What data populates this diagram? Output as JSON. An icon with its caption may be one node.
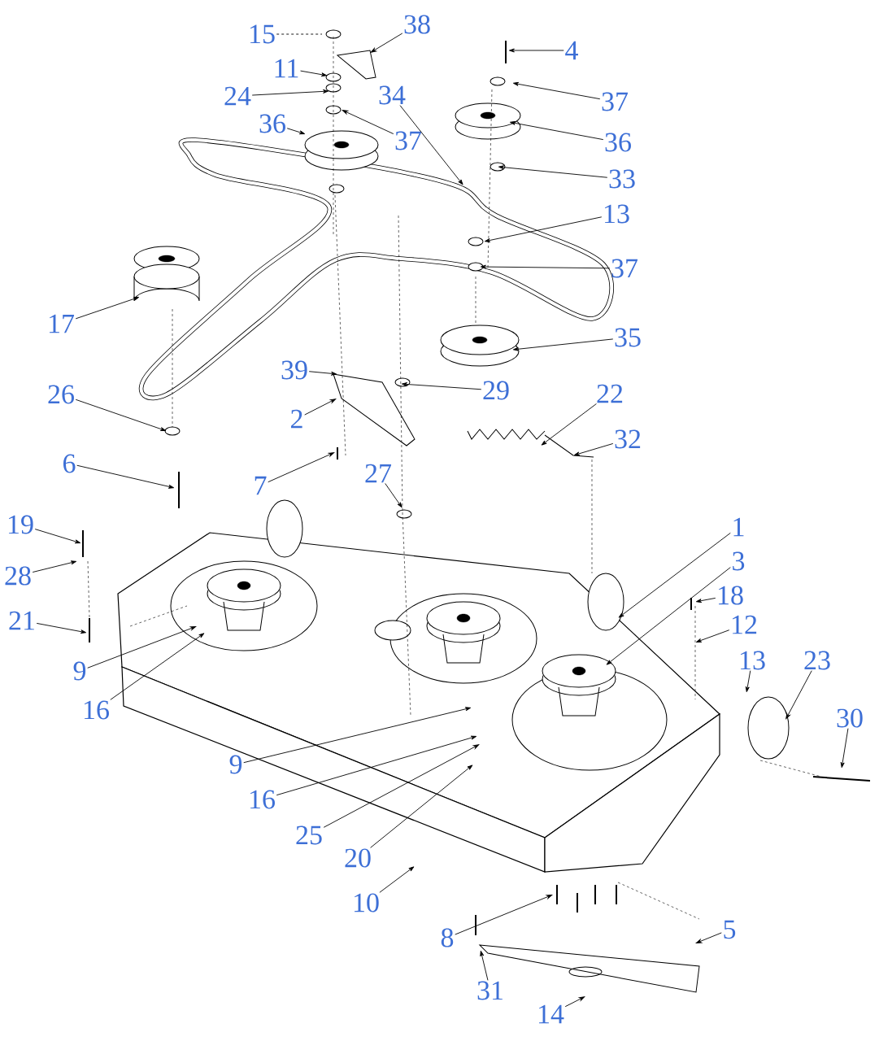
{
  "diagram": {
    "nodes": [
      {
        "text": [
          "15"
        ]
      },
      {
        "text": [
          "38"
        ]
      },
      {
        "text": [
          "11"
        ]
      },
      {
        "text": [
          "24"
        ]
      },
      {
        "text": [
          "34"
        ]
      },
      {
        "text": [
          "37"
        ]
      },
      {
        "text": [
          "36"
        ]
      },
      {
        "text": [
          "4"
        ]
      },
      {
        "text": [
          "37"
        ]
      },
      {
        "text": [
          "36"
        ]
      },
      {
        "text": [
          "33"
        ]
      },
      {
        "text": [
          "13"
        ]
      },
      {
        "text": [
          "37"
        ]
      },
      {
        "text": [
          "35"
        ]
      },
      {
        "text": [
          "17"
        ]
      },
      {
        "text": [
          "39"
        ]
      },
      {
        "text": [
          "29"
        ]
      },
      {
        "text": [
          "2"
        ]
      },
      {
        "text": [
          "22"
        ]
      },
      {
        "text": [
          "32"
        ]
      },
      {
        "text": [
          "26"
        ]
      },
      {
        "text": [
          "6"
        ]
      },
      {
        "text": [
          "7"
        ]
      },
      {
        "text": [
          "27"
        ]
      },
      {
        "text": [
          "1"
        ]
      },
      {
        "text": [
          "3"
        ]
      },
      {
        "text": [
          "19"
        ]
      },
      {
        "text": [
          "18"
        ]
      },
      {
        "text": [
          "28"
        ]
      },
      {
        "text": [
          "12"
        ]
      },
      {
        "text": [
          "21"
        ]
      },
      {
        "text": [
          "13"
        ]
      },
      {
        "text": [
          "23"
        ]
      },
      {
        "text": [
          "9"
        ]
      },
      {
        "text": [
          "16"
        ]
      },
      {
        "text": [
          "30"
        ]
      },
      {
        "text": [
          "9"
        ]
      },
      {
        "text": [
          "16"
        ]
      },
      {
        "text": [
          "25"
        ]
      },
      {
        "text": [
          "20"
        ]
      },
      {
        "text": [
          "10"
        ]
      },
      {
        "text": [
          "8"
        ]
      },
      {
        "text": [
          "5"
        ]
      },
      {
        "text": [
          "31"
        ]
      },
      {
        "text": [
          "14"
        ]
      }
    ],
    "edges": [
      {
        "from": 0,
        "to": null,
        "arrow": "none",
        "style": "dashed"
      },
      {
        "from": 1,
        "to": null,
        "arrow": "to"
      },
      {
        "from": 2,
        "to": null,
        "arrow": "to"
      },
      {
        "from": 3,
        "to": null,
        "arrow": "to"
      },
      {
        "from": 4,
        "to": null,
        "arrow": "to"
      },
      {
        "from": 5,
        "to": null,
        "arrow": "to"
      },
      {
        "from": 6,
        "to": null,
        "arrow": "to"
      },
      {
        "from": 7,
        "to": null,
        "arrow": "to"
      },
      {
        "from": 8,
        "to": null,
        "arrow": "to"
      },
      {
        "from": 9,
        "to": null,
        "arrow": "to"
      },
      {
        "from": 10,
        "to": null,
        "arrow": "to"
      },
      {
        "from": 11,
        "to": null,
        "arrow": "to"
      },
      {
        "from": 12,
        "to": null,
        "arrow": "to"
      },
      {
        "from": 13,
        "to": null,
        "arrow": "to"
      },
      {
        "from": 14,
        "to": null,
        "arrow": "to"
      },
      {
        "from": 15,
        "to": null,
        "arrow": "to"
      },
      {
        "from": 16,
        "to": null,
        "arrow": "to"
      },
      {
        "from": 17,
        "to": null,
        "arrow": "to"
      },
      {
        "from": 18,
        "to": null,
        "arrow": "to"
      },
      {
        "from": 19,
        "to": null,
        "arrow": "to"
      },
      {
        "from": 20,
        "to": null,
        "arrow": "to"
      },
      {
        "from": 21,
        "to": null,
        "arrow": "to"
      },
      {
        "from": 22,
        "to": null,
        "arrow": "to"
      },
      {
        "from": 23,
        "to": null,
        "arrow": "to"
      },
      {
        "from": 24,
        "to": null,
        "arrow": "to"
      },
      {
        "from": 25,
        "to": null,
        "arrow": "to"
      },
      {
        "from": 26,
        "to": null,
        "arrow": "to"
      },
      {
        "from": 27,
        "to": null,
        "arrow": "to"
      },
      {
        "from": 28,
        "to": null,
        "arrow": "to"
      },
      {
        "from": 29,
        "to": null,
        "arrow": "to"
      },
      {
        "from": 30,
        "to": null,
        "arrow": "to"
      },
      {
        "from": 31,
        "to": null,
        "arrow": "to"
      },
      {
        "from": 32,
        "to": null,
        "arrow": "to"
      },
      {
        "from": 33,
        "to": null,
        "arrow": "to"
      },
      {
        "from": 34,
        "to": null,
        "arrow": "to"
      },
      {
        "from": 35,
        "to": null,
        "arrow": "to"
      },
      {
        "from": 36,
        "to": null,
        "arrow": "to"
      },
      {
        "from": 37,
        "to": null,
        "arrow": "to"
      },
      {
        "from": 38,
        "to": null,
        "arrow": "to"
      },
      {
        "from": 39,
        "to": null,
        "arrow": "to"
      },
      {
        "from": 40,
        "to": null,
        "arrow": "to"
      },
      {
        "from": 41,
        "to": null,
        "arrow": "to"
      },
      {
        "from": 42,
        "to": null,
        "arrow": "to"
      },
      {
        "from": 43,
        "to": null,
        "arrow": "to"
      },
      {
        "from": 44,
        "to": null,
        "arrow": "to"
      }
    ]
  }
}
